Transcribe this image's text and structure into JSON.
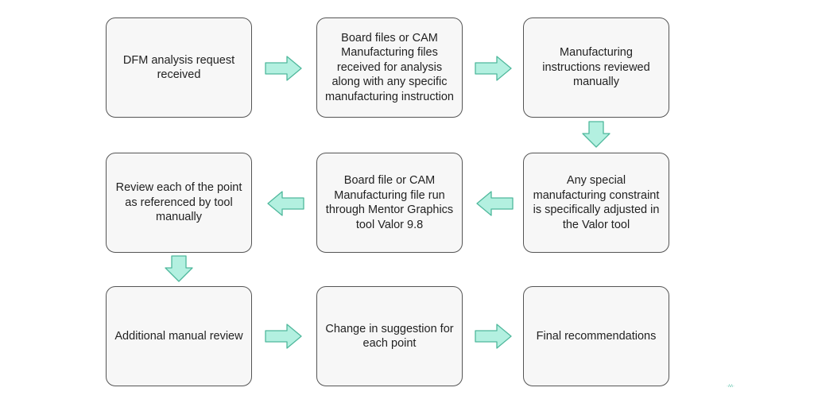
{
  "diagram": {
    "steps": [
      {
        "id": "s1",
        "text": "DFM analysis request received"
      },
      {
        "id": "s2",
        "text": "Board files or CAM Manufacturing files received for analysis along with any specific manufacturing instruction"
      },
      {
        "id": "s3",
        "text": "Manufacturing instructions reviewed manually"
      },
      {
        "id": "s4",
        "text": "Any special manufacturing constraint is specifically adjusted in the Valor tool"
      },
      {
        "id": "s5",
        "text": "Board file or CAM Manufacturing file run through Mentor Graphics tool Valor 9.8"
      },
      {
        "id": "s6",
        "text": "Review each of the point as referenced by tool manually"
      },
      {
        "id": "s7",
        "text": "Additional manual review"
      },
      {
        "id": "s8",
        "text": "Change in suggestion for each point"
      },
      {
        "id": "s9",
        "text": "Final recommendations"
      }
    ],
    "arrow_color": "#b3f0e0",
    "arrow_stroke": "#4fb89c",
    "box_fill": "#f7f7f7",
    "box_border": "#555555",
    "watermark_text": "·ʌʌ·"
  }
}
